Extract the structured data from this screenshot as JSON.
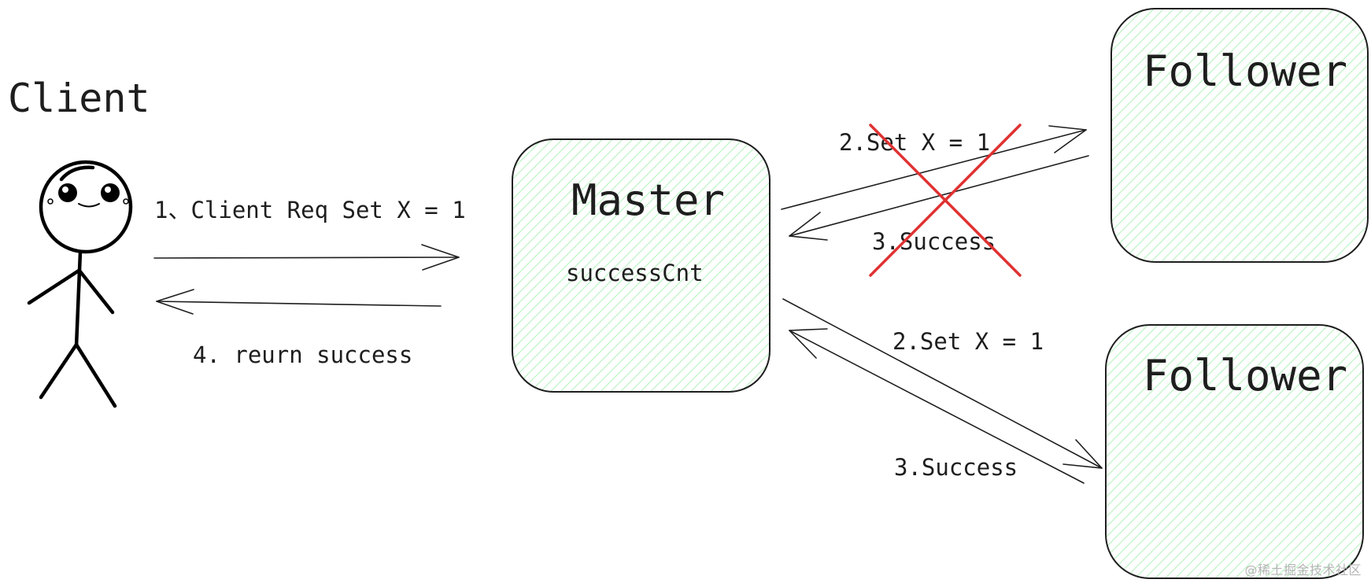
{
  "diagram": {
    "client_label": "Client",
    "master": {
      "title": "Master",
      "field": "successCnt"
    },
    "follower_top": {
      "title": "Follower"
    },
    "follower_bottom": {
      "title": "Follower"
    },
    "edges": {
      "client_request": "1、Client Req Set X = 1",
      "client_return": "4. reurn success",
      "set_top": "2.Set X = 1",
      "success_top": "3.Success",
      "set_bottom": "2.Set X = 1",
      "success_bottom": "3.Success"
    },
    "failed_exchange": "top follower"
  },
  "colors": {
    "stroke": "#1e1e1e",
    "node_fill_hatch": "#b2f2bb",
    "cross": "#e03131"
  },
  "watermark": "@稀土掘金技术社区"
}
